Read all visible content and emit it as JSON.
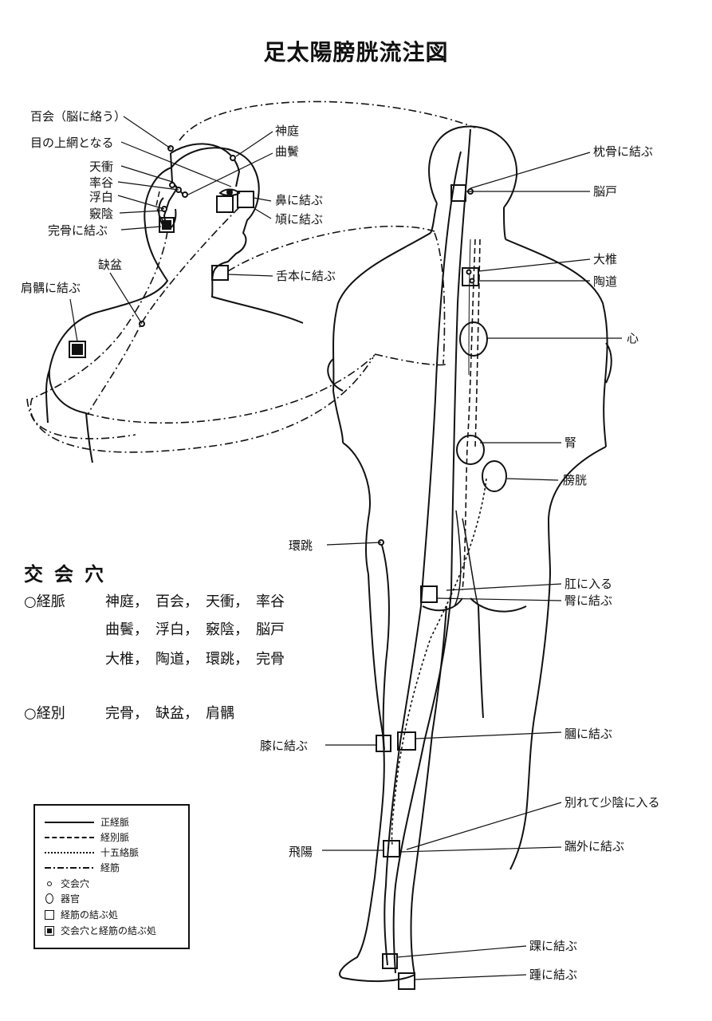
{
  "title": "足太陽膀胱流注図",
  "labels": {
    "hyakue": "百会（脳に絡う）",
    "jonou": "目の上網となる",
    "tenko": "天衝",
    "sokkoku": "率谷",
    "fuhaku": "浮白",
    "kyoin": "竅陰",
    "kankotsu": "完骨に結ぶ",
    "ketsubon": "缺盆",
    "kengu": "肩髃に結ぶ",
    "shintei": "神庭",
    "kyokubin": "曲鬢",
    "hana": "鼻に結ぶ",
    "kyo": "頄に結ぶ",
    "zetsu": "舌本に結ぶ",
    "chinkotsu": "枕骨に結ぶ",
    "noko": "脳戸",
    "daitsui": "大椎",
    "todo": "陶道",
    "shin": "心",
    "jin": "腎",
    "boko": "膀胱",
    "kanchou": "環跳",
    "kou": "肛に入る",
    "den": "臀に結ぶ",
    "hiza": "膝に結ぶ",
    "ka": "膕に結ぶ",
    "betsu": "別れて少陰に入る",
    "hiyou": "飛陽",
    "sen": "踹外に結ぶ",
    "ka2": "踝に結ぶ",
    "shu": "踵に結ぶ"
  },
  "kouekiketsu": {
    "heading": "交会穴",
    "keimyaku_label": "○経脈",
    "keimyaku_rows": [
      "神庭，　百会，　天衝，　率谷",
      "曲鬢，　浮白，　竅陰，　脳戸",
      "大椎，　陶道，　環跳，　完骨"
    ],
    "keibetsu_label": "○経別",
    "keibetsu_row": "完骨，　缺盆，　肩髃"
  },
  "legend": {
    "seikei": "正経脈",
    "keibetsu": "経別脈",
    "juugo": "十五絡脈",
    "keikin": "経筋",
    "koue": "交会穴",
    "kikan": "器官",
    "musubu": "経筋の結ぶ処",
    "koue_musubu": "交会穴と経筋の結ぶ処"
  }
}
